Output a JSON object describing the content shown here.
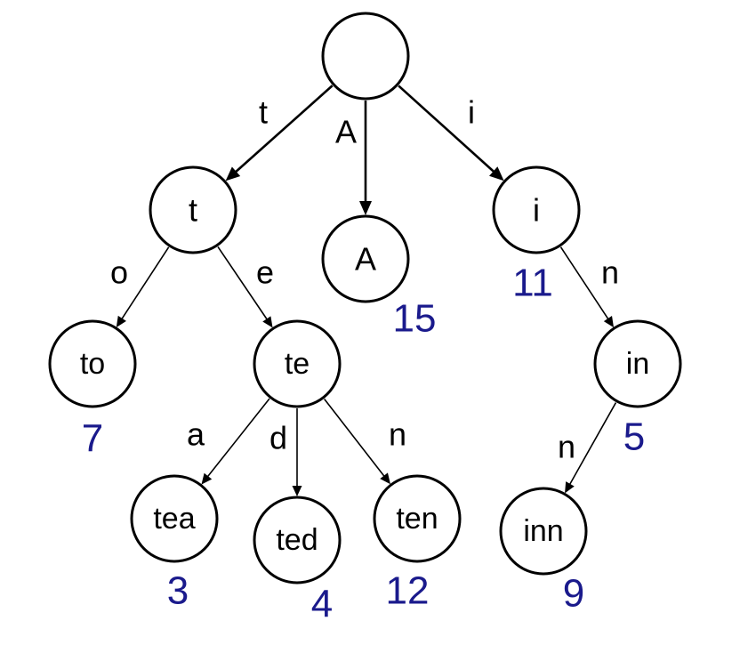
{
  "colors": {
    "node_stroke": "#000000",
    "node_fill": "#ffffff",
    "text": "#000000",
    "value": "#1a1a8c"
  },
  "nodes": [
    {
      "id": "root",
      "label": "",
      "value": ""
    },
    {
      "id": "t",
      "label": "t",
      "value": ""
    },
    {
      "id": "A",
      "label": "A",
      "value": "15"
    },
    {
      "id": "i",
      "label": "i",
      "value": "11"
    },
    {
      "id": "to",
      "label": "to",
      "value": "7"
    },
    {
      "id": "te",
      "label": "te",
      "value": ""
    },
    {
      "id": "in",
      "label": "in",
      "value": "5"
    },
    {
      "id": "tea",
      "label": "tea",
      "value": "3"
    },
    {
      "id": "ted",
      "label": "ted",
      "value": "4"
    },
    {
      "id": "ten",
      "label": "ten",
      "value": "12"
    },
    {
      "id": "inn",
      "label": "inn",
      "value": "9"
    }
  ],
  "edges": [
    {
      "from": "root",
      "to": "t",
      "label": "t"
    },
    {
      "from": "root",
      "to": "A",
      "label": "A"
    },
    {
      "from": "root",
      "to": "i",
      "label": "i"
    },
    {
      "from": "t",
      "to": "to",
      "label": "o"
    },
    {
      "from": "t",
      "to": "te",
      "label": "e"
    },
    {
      "from": "i",
      "to": "in",
      "label": "n"
    },
    {
      "from": "te",
      "to": "tea",
      "label": "a"
    },
    {
      "from": "te",
      "to": "ted",
      "label": "d"
    },
    {
      "from": "te",
      "to": "ten",
      "label": "n"
    },
    {
      "from": "in",
      "to": "inn",
      "label": "n"
    }
  ]
}
